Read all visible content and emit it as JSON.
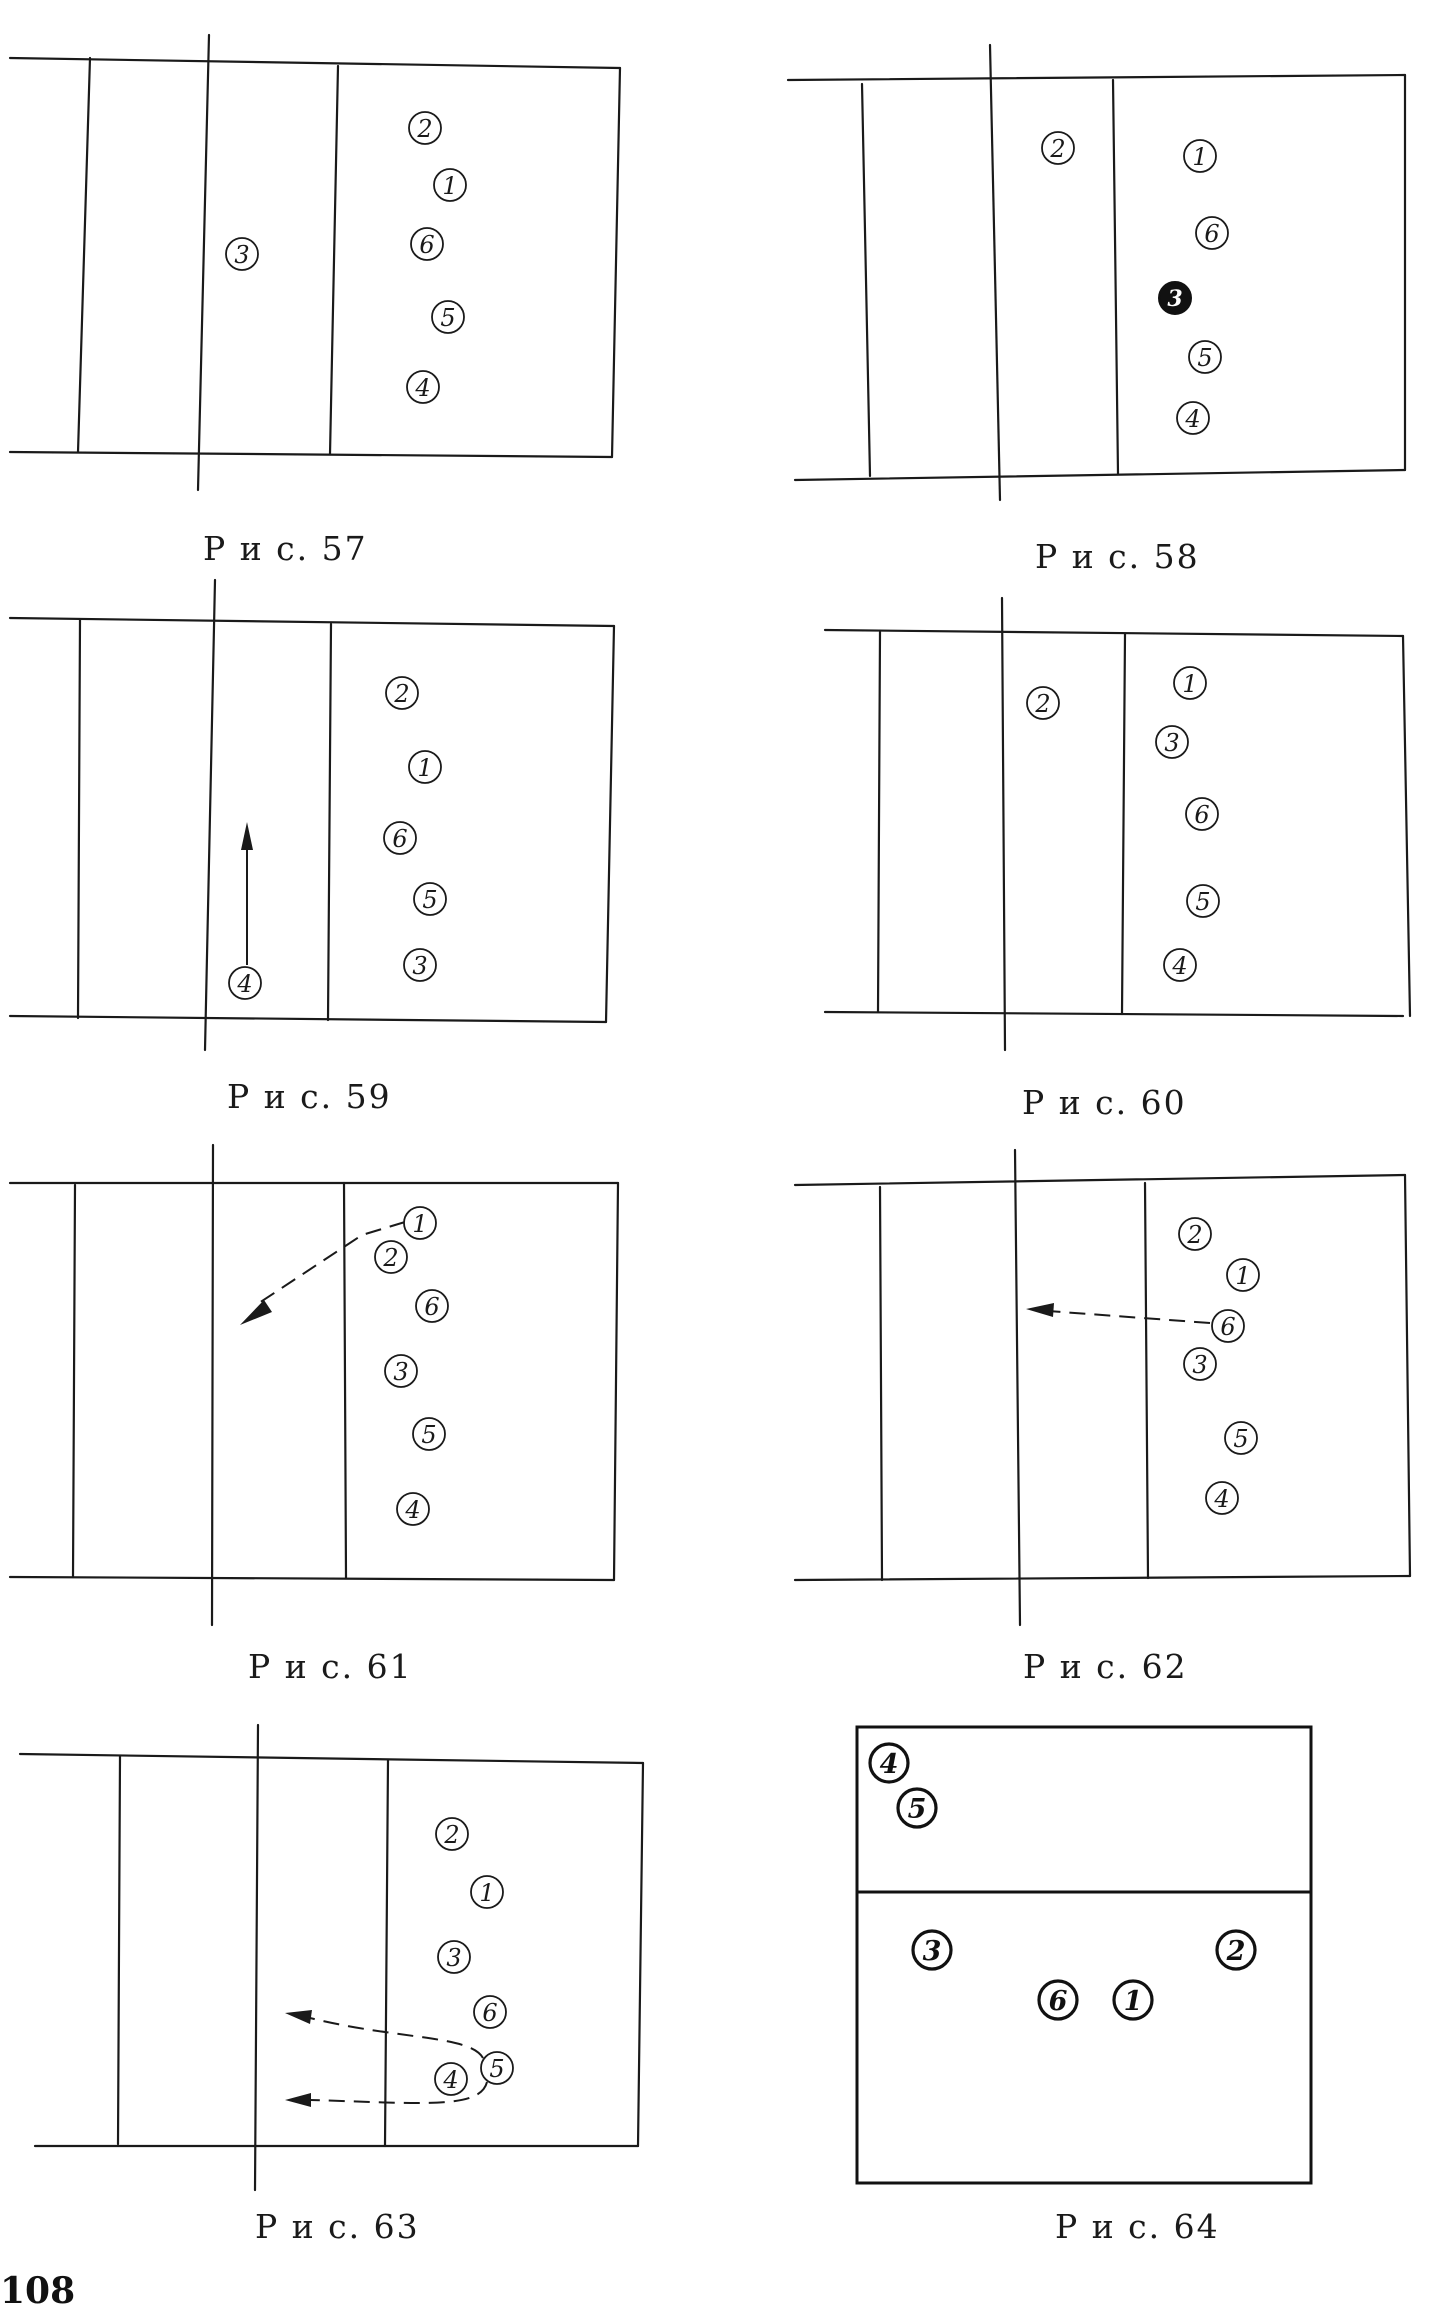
{
  "page_number": "108",
  "figures": [
    {
      "id": "fig57",
      "caption": "Р и с.  57",
      "players": [
        {
          "n": "2",
          "style": "normal"
        },
        {
          "n": "1",
          "style": "normal"
        },
        {
          "n": "6",
          "style": "normal"
        },
        {
          "n": "5",
          "style": "normal"
        },
        {
          "n": "4",
          "style": "normal"
        },
        {
          "n": "3",
          "style": "normal"
        }
      ]
    },
    {
      "id": "fig58",
      "caption": "Р и с.  58",
      "players": [
        {
          "n": "2",
          "style": "normal"
        },
        {
          "n": "1",
          "style": "normal"
        },
        {
          "n": "6",
          "style": "normal"
        },
        {
          "n": "3",
          "style": "filled"
        },
        {
          "n": "5",
          "style": "normal"
        },
        {
          "n": "4",
          "style": "normal"
        }
      ]
    },
    {
      "id": "fig59",
      "caption": "Р и с.  59",
      "players": [
        {
          "n": "2",
          "style": "normal"
        },
        {
          "n": "1",
          "style": "normal"
        },
        {
          "n": "6",
          "style": "normal"
        },
        {
          "n": "5",
          "style": "normal"
        },
        {
          "n": "3",
          "style": "normal"
        },
        {
          "n": "4",
          "style": "normal"
        }
      ]
    },
    {
      "id": "fig60",
      "caption": "Р и с.  60",
      "players": [
        {
          "n": "2",
          "style": "normal"
        },
        {
          "n": "1",
          "style": "normal"
        },
        {
          "n": "3",
          "style": "normal"
        },
        {
          "n": "6",
          "style": "normal"
        },
        {
          "n": "5",
          "style": "normal"
        },
        {
          "n": "4",
          "style": "normal"
        }
      ]
    },
    {
      "id": "fig61",
      "caption": "Р и с.  61",
      "players": [
        {
          "n": "1",
          "style": "normal"
        },
        {
          "n": "2",
          "style": "normal"
        },
        {
          "n": "6",
          "style": "normal"
        },
        {
          "n": "3",
          "style": "normal"
        },
        {
          "n": "5",
          "style": "normal"
        },
        {
          "n": "4",
          "style": "normal"
        }
      ]
    },
    {
      "id": "fig62",
      "caption": "Р и с.  62",
      "players": [
        {
          "n": "2",
          "style": "normal"
        },
        {
          "n": "1",
          "style": "normal"
        },
        {
          "n": "6",
          "style": "normal"
        },
        {
          "n": "3",
          "style": "normal"
        },
        {
          "n": "5",
          "style": "normal"
        },
        {
          "n": "4",
          "style": "normal"
        }
      ]
    },
    {
      "id": "fig63",
      "caption": "Р и с.  63",
      "players": [
        {
          "n": "2",
          "style": "normal"
        },
        {
          "n": "1",
          "style": "normal"
        },
        {
          "n": "3",
          "style": "normal"
        },
        {
          "n": "6",
          "style": "normal"
        },
        {
          "n": "5",
          "style": "normal"
        },
        {
          "n": "4",
          "style": "normal"
        }
      ]
    },
    {
      "id": "fig64",
      "caption": "Р и с.  64",
      "players": [
        {
          "n": "4",
          "style": "bold"
        },
        {
          "n": "5",
          "style": "bold"
        },
        {
          "n": "3",
          "style": "bold"
        },
        {
          "n": "2",
          "style": "bold"
        },
        {
          "n": "6",
          "style": "bold"
        },
        {
          "n": "1",
          "style": "bold"
        }
      ]
    }
  ]
}
